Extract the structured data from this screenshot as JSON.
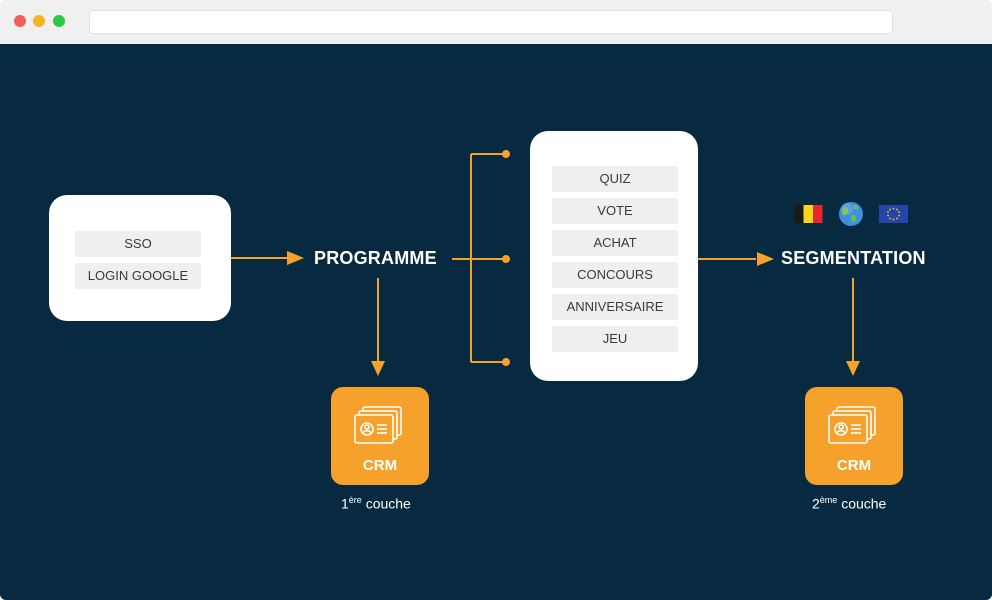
{
  "colors": {
    "background": "#072a40",
    "accent": "#f5a12b",
    "card": "#ffffff",
    "pill": "#efefef"
  },
  "auth": {
    "items": [
      "SSO",
      "LOGIN GOOGLE"
    ]
  },
  "programme": {
    "label": "PROGRAMME"
  },
  "activities": {
    "items": [
      "QUIZ",
      "VOTE",
      "ACHAT",
      "CONCOURS",
      "ANNIVERSAIRE",
      "JEU"
    ]
  },
  "segmentation": {
    "label": "SEGMENTATION",
    "icons": [
      "belgium-flag-icon",
      "globe-icon",
      "eu-flag-icon"
    ]
  },
  "crm_first": {
    "label": "CRM",
    "layer_number": "1",
    "layer_sup": "ère",
    "layer_word": " couche"
  },
  "crm_second": {
    "label": "CRM",
    "layer_number": "2",
    "layer_sup": "ème",
    "layer_word": " couche"
  }
}
